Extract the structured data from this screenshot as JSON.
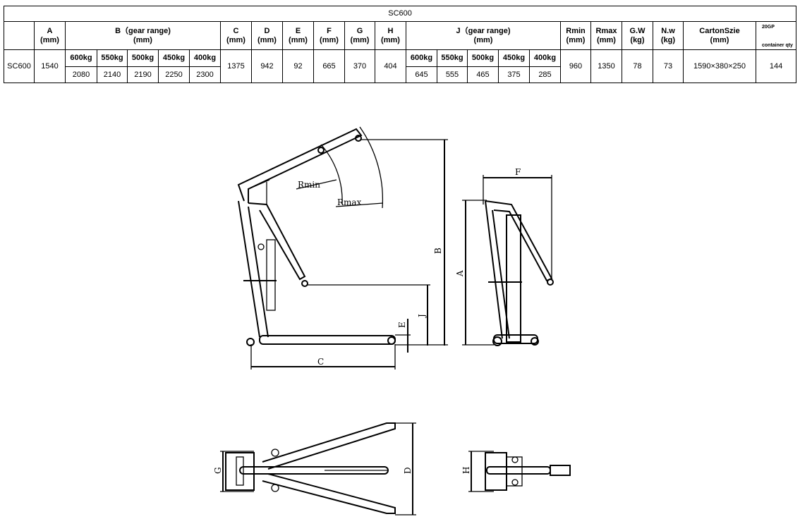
{
  "table": {
    "title": "SC600",
    "headers": {
      "A": "A",
      "A_unit": "(mm)",
      "B": "B（gear range)",
      "B_unit": "(mm)",
      "C": "C",
      "C_unit": "(mm)",
      "D": "D",
      "D_unit": "(mm)",
      "E": "E",
      "E_unit": "(mm)",
      "F": "F",
      "F_unit": "(mm)",
      "G": "G",
      "G_unit": "(mm)",
      "H": "H",
      "H_unit": "(mm)",
      "J": "J（gear range)",
      "J_unit": "(mm)",
      "Rmin": "Rmin",
      "Rmin_unit": "(mm)",
      "Rmax": "Rmax",
      "Rmax_unit": "(mm)",
      "GW": "G.W",
      "GW_unit": "(kg)",
      "NW": "N.w",
      "NW_unit": "(kg)",
      "Carton": "CartonSzie",
      "Carton_unit": "(mm)",
      "Container_top": "20GP",
      "Container_bottom": "container qty"
    },
    "gear_loads": [
      "600kg",
      "550kg",
      "500kg",
      "450kg",
      "400kg"
    ],
    "row": {
      "model": "SC600",
      "A": "1540",
      "B": [
        "2080",
        "2140",
        "2190",
        "2250",
        "2300"
      ],
      "C": "1375",
      "D": "942",
      "E": "92",
      "F": "665",
      "G": "370",
      "H": "404",
      "J": [
        "645",
        "555",
        "465",
        "375",
        "285"
      ],
      "Rmin": "960",
      "Rmax": "1350",
      "GW": "78",
      "NW": "73",
      "Carton": "1590×380×250",
      "Container": "144"
    }
  },
  "diagram_labels": {
    "Rmin": "Rmin",
    "Rmax": "Rmax",
    "A": "A",
    "B": "B",
    "C": "C",
    "D": "D",
    "E": "E",
    "F": "F",
    "G": "G",
    "H": "H",
    "J": "J"
  }
}
